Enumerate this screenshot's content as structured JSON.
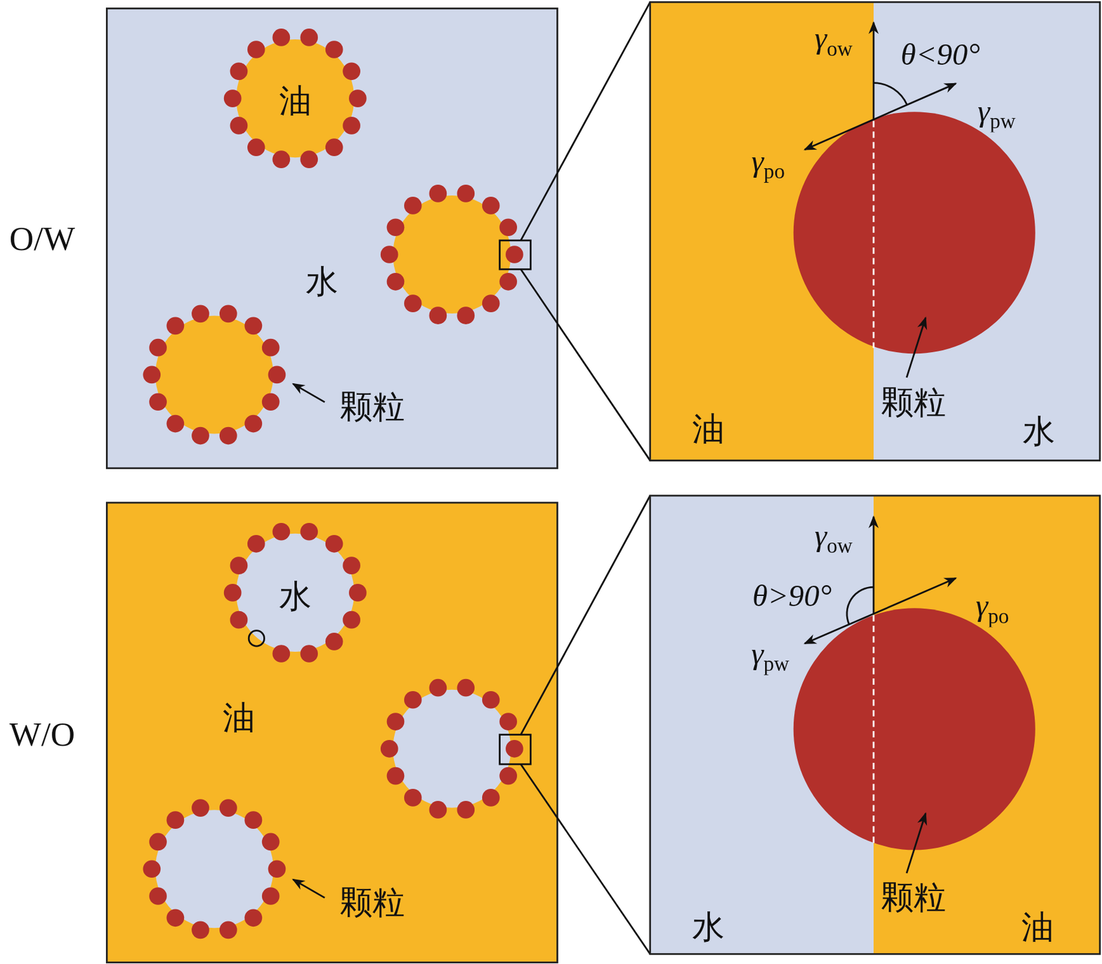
{
  "diagram": {
    "nodes": [
      {
        "text": [
          "水"
        ]
      },
      {
        "text": [
          "油"
        ],
        "in": 0
      },
      {
        "text": [
          "油"
        ]
      },
      {
        "text": [
          "水"
        ],
        "in": 2
      }
    ],
    "labels": [
      "O/W",
      "颗粒",
      "γow",
      "θ<90°",
      "γpw",
      "γpo",
      "颗粒",
      "油",
      "水",
      "W/O",
      "颗粒",
      "γow",
      "θ>90°",
      "γpw",
      "γpo",
      "颗粒",
      "水",
      "油"
    ]
  }
}
